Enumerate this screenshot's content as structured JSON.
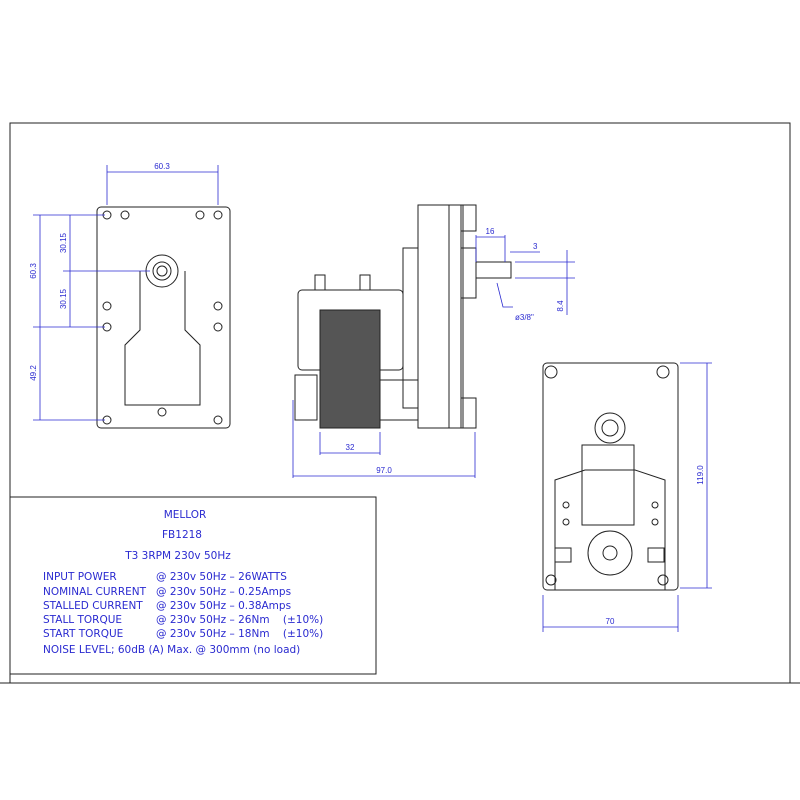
{
  "colors": {
    "line": "#222222",
    "dimension": "#2a2ad0"
  },
  "front_view": {
    "width_dim": "60.3",
    "height_dim": "60.3",
    "half_dim_upper": "30.15",
    "half_dim_lower": "30.15",
    "lower_dim": "49.2"
  },
  "side_view": {
    "shaft_length": "16",
    "shaft_step": "3",
    "shaft_flat": "8.4",
    "shaft_diameter": "ø3/8\"",
    "coil_width": "32",
    "overall_length": "97.0"
  },
  "rear_view": {
    "height_dim": "119.0",
    "width_dim": "70"
  },
  "title_block": {
    "brand": "MELLOR",
    "model": "FB1218",
    "summary": "T3 3RPM 230v 50Hz",
    "specs": [
      {
        "label": "INPUT POWER",
        "value": "@ 230v 50Hz – 26WATTS"
      },
      {
        "label": "NOMINAL CURRENT",
        "value": "@ 230v 50Hz – 0.25Amps"
      },
      {
        "label": "STALLED CURRENT",
        "value": "@ 230v 50Hz – 0.38Amps"
      },
      {
        "label": "STALL TORQUE",
        "value": "@ 230v 50Hz – 26Nm    (±10%)"
      },
      {
        "label": "START TORQUE",
        "value": "@ 230v 50Hz – 18Nm    (±10%)"
      }
    ],
    "noise": "NOISE LEVEL; 60dB (A) Max. @ 300mm (no load)"
  }
}
